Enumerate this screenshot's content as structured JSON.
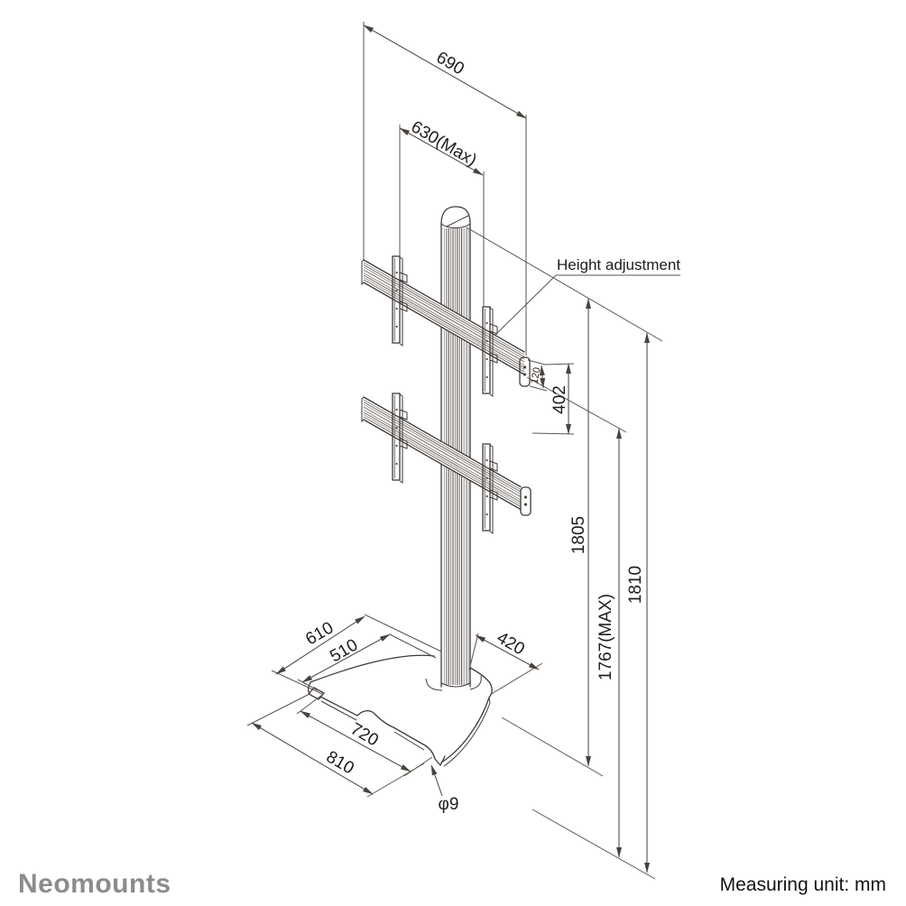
{
  "dimensions": {
    "d690": "690",
    "d630": "630(Max)",
    "d120": "120",
    "d402": "402",
    "d1805": "1805",
    "d1810": "1810",
    "d1767": "1767(MAX)",
    "d610": "610",
    "d510": "510",
    "d420": "420",
    "d720": "720",
    "d810": "810"
  },
  "callouts": {
    "height_adjustment": "Height adjustment",
    "hole_diameter": "φ9"
  },
  "footer": {
    "brand": "Neomounts",
    "measuring_unit": "Measuring unit: mm"
  },
  "colors": {
    "line": "#3f3936",
    "dimension_line": "#554f4a",
    "text": "#1f1d1b",
    "brand_gray": "#8c8c8e",
    "background": "#ffffff"
  }
}
